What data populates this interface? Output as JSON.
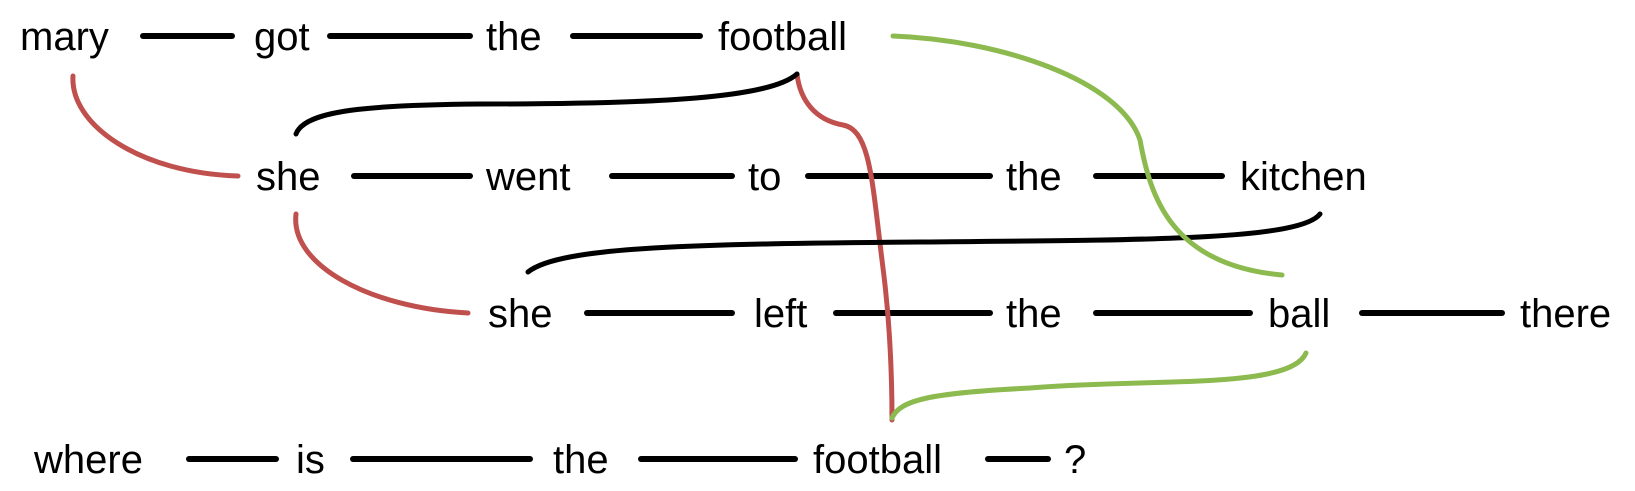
{
  "colors": {
    "text": "#000000",
    "chain": "#000000",
    "black": "#000000",
    "red": "#c0504d",
    "green": "#8cba4f"
  },
  "sentences": [
    {
      "name": "sentence-1",
      "words": [
        "mary",
        "got",
        "the",
        "football"
      ]
    },
    {
      "name": "sentence-2",
      "words": [
        "she",
        "went",
        "to",
        "the",
        "kitchen"
      ]
    },
    {
      "name": "sentence-3",
      "words": [
        "she",
        "left",
        "the",
        "ball",
        "there"
      ]
    },
    {
      "name": "question",
      "words": [
        "where",
        "is",
        "the",
        "football",
        "?"
      ]
    }
  ],
  "links": [
    {
      "name": "mary-she-link",
      "color": "red",
      "from": "mary",
      "to": "she"
    },
    {
      "name": "she-she-link",
      "color": "red",
      "from": "she",
      "to": "she"
    },
    {
      "name": "football-question-link",
      "color": "red",
      "from": "football",
      "to": "football"
    },
    {
      "name": "football-she-link",
      "color": "black",
      "from": "football",
      "to": "she"
    },
    {
      "name": "kitchen-she-link",
      "color": "black",
      "from": "kitchen",
      "to": "she"
    },
    {
      "name": "football-ball-link",
      "color": "green",
      "from": "football",
      "to": "ball"
    },
    {
      "name": "ball-question-link",
      "color": "green",
      "from": "ball",
      "to": "football"
    }
  ]
}
